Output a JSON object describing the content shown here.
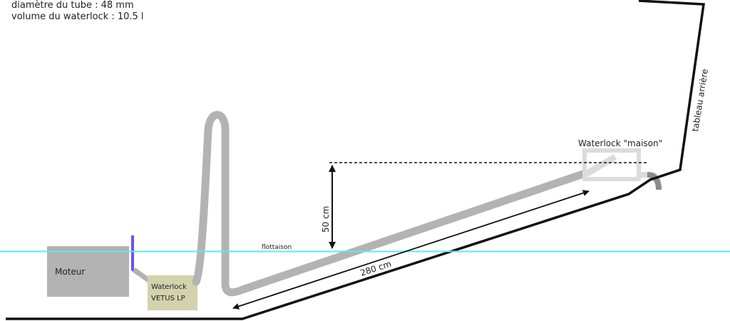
{
  "info": {
    "tube_diameter": "diamètre du tube : 48 mm",
    "waterlock_volume": "volume du waterlock : 10.5 l"
  },
  "labels": {
    "engine": "Moteur",
    "vetus_line1": "Waterlock",
    "vetus_line2": "VETUS LP",
    "homemade_waterlock": "Waterlock \"maison\"",
    "waterline": "flottaison",
    "height": "50 cm",
    "length": "280 cm",
    "transom": "tableau arrière"
  },
  "colors": {
    "waterline": "#5ee8ee",
    "hull": "#111111",
    "pipe": "#b3b3b3",
    "light_pipe": "#dcdcdc",
    "engine": "#b3b3b3",
    "vetus_box": "#d2d2ad",
    "dipstick": "#6b52ee",
    "outlet": "#8c8c8c"
  }
}
